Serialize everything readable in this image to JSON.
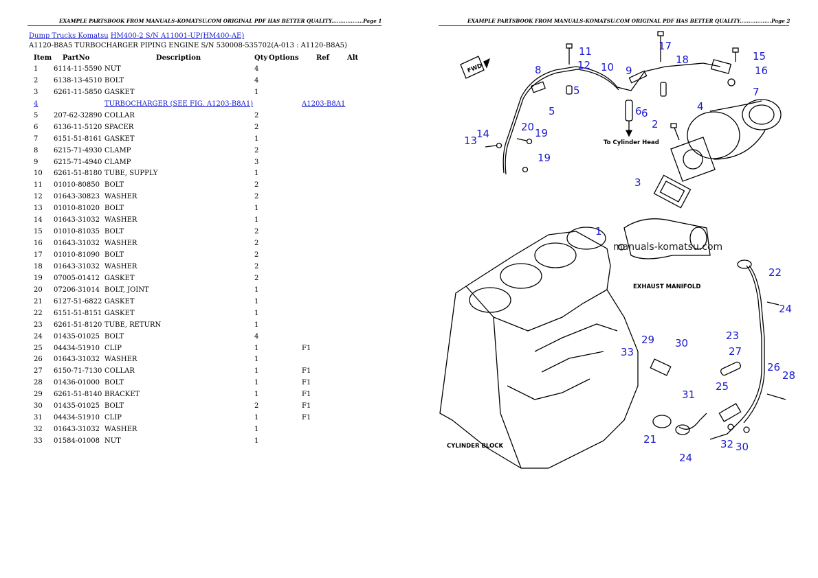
{
  "header": {
    "left": "EXAMPLE PARTSBOOK FROM MANUALS-KOMATSU.COM ORIGINAL PDF HAS BETTER QUALITY..................Page 1",
    "right": "EXAMPLE PARTSBOOK FROM MANUALS-KOMATSU.COM ORIGINAL PDF HAS BETTER QUALITY..................Page 2"
  },
  "breadcrumb": {
    "category": "Dump Trucks Komatsu",
    "model": "HM400-2 S/N A11001-UP(HM400-AE)"
  },
  "page_title": "A1120-B8A5 TURBOCHARGER PIPING ENGINE S/N 530008-535702(A-013 : A1120-B8A5)",
  "columns": {
    "item": "Item",
    "partno": "PartNo",
    "description": "Description",
    "qty": "Qty",
    "options": "Options",
    "ref": "Ref",
    "alt": "Alt"
  },
  "parts": [
    {
      "item": "1",
      "partno": "6114-11-5590",
      "desc": "NUT",
      "qty": "4",
      "ref": ""
    },
    {
      "item": "2",
      "partno": "6138-13-4510",
      "desc": "BOLT",
      "qty": "4",
      "ref": ""
    },
    {
      "item": "3",
      "partno": "6261-11-5850",
      "desc": "GASKET",
      "qty": "1",
      "ref": ""
    },
    {
      "item": "4",
      "partno": "",
      "desc": "TURBOCHARGER (SEE FIG. A1203-B8A1)",
      "qty": "",
      "ref": "A1203-B8A1",
      "link": true
    },
    {
      "item": "5",
      "partno": "207-62-32890",
      "desc": "COLLAR",
      "qty": "2",
      "ref": ""
    },
    {
      "item": "6",
      "partno": "6136-11-5120",
      "desc": "SPACER",
      "qty": "2",
      "ref": ""
    },
    {
      "item": "7",
      "partno": "6151-51-8161",
      "desc": "GASKET",
      "qty": "1",
      "ref": ""
    },
    {
      "item": "8",
      "partno": "6215-71-4930",
      "desc": "CLAMP",
      "qty": "2",
      "ref": ""
    },
    {
      "item": "9",
      "partno": "6215-71-4940",
      "desc": "CLAMP",
      "qty": "3",
      "ref": ""
    },
    {
      "item": "10",
      "partno": "6261-51-8180",
      "desc": "TUBE, SUPPLY",
      "qty": "1",
      "ref": ""
    },
    {
      "item": "11",
      "partno": "01010-80850",
      "desc": "BOLT",
      "qty": "2",
      "ref": ""
    },
    {
      "item": "12",
      "partno": "01643-30823",
      "desc": "WASHER",
      "qty": "2",
      "ref": ""
    },
    {
      "item": "13",
      "partno": "01010-81020",
      "desc": "BOLT",
      "qty": "1",
      "ref": ""
    },
    {
      "item": "14",
      "partno": "01643-31032",
      "desc": "WASHER",
      "qty": "1",
      "ref": ""
    },
    {
      "item": "15",
      "partno": "01010-81035",
      "desc": "BOLT",
      "qty": "2",
      "ref": ""
    },
    {
      "item": "16",
      "partno": "01643-31032",
      "desc": "WASHER",
      "qty": "2",
      "ref": ""
    },
    {
      "item": "17",
      "partno": "01010-81090",
      "desc": "BOLT",
      "qty": "2",
      "ref": ""
    },
    {
      "item": "18",
      "partno": "01643-31032",
      "desc": "WASHER",
      "qty": "2",
      "ref": ""
    },
    {
      "item": "19",
      "partno": "07005-01412",
      "desc": "GASKET",
      "qty": "2",
      "ref": ""
    },
    {
      "item": "20",
      "partno": "07206-31014",
      "desc": "BOLT, JOINT",
      "qty": "1",
      "ref": ""
    },
    {
      "item": "21",
      "partno": "6127-51-6822",
      "desc": "GASKET",
      "qty": "1",
      "ref": ""
    },
    {
      "item": "22",
      "partno": "6151-51-8151",
      "desc": "GASKET",
      "qty": "1",
      "ref": ""
    },
    {
      "item": "23",
      "partno": "6261-51-8120",
      "desc": "TUBE, RETURN",
      "qty": "1",
      "ref": ""
    },
    {
      "item": "24",
      "partno": "01435-01025",
      "desc": "BOLT",
      "qty": "4",
      "ref": ""
    },
    {
      "item": "25",
      "partno": "04434-51910",
      "desc": "CLIP",
      "qty": "1",
      "ref": "F1"
    },
    {
      "item": "26",
      "partno": "01643-31032",
      "desc": "WASHER",
      "qty": "1",
      "ref": ""
    },
    {
      "item": "27",
      "partno": "6150-71-7130",
      "desc": "COLLAR",
      "qty": "1",
      "ref": "F1"
    },
    {
      "item": "28",
      "partno": "01436-01000",
      "desc": "BOLT",
      "qty": "1",
      "ref": "F1"
    },
    {
      "item": "29",
      "partno": "6261-51-8140",
      "desc": "BRACKET",
      "qty": "1",
      "ref": "F1"
    },
    {
      "item": "30",
      "partno": "01435-01025",
      "desc": "BOLT",
      "qty": "2",
      "ref": "F1"
    },
    {
      "item": "31",
      "partno": "04434-51910",
      "desc": "CLIP",
      "qty": "1",
      "ref": "F1"
    },
    {
      "item": "32",
      "partno": "01643-31032",
      "desc": "WASHER",
      "qty": "1",
      "ref": ""
    },
    {
      "item": "33",
      "partno": "01584-01008",
      "desc": "NUT",
      "qty": "1",
      "ref": ""
    }
  ],
  "diagram": {
    "captions": {
      "fwd": "FWD",
      "to_head": "To Cylinder Head",
      "exhaust": "EXHAUST MANIFOLD",
      "block": "CYLINDER BLOCK",
      "watermark": "manuals-komatsu.com"
    },
    "callouts": [
      "11",
      "12",
      "10",
      "8",
      "5",
      "5",
      "9",
      "17",
      "18",
      "15",
      "16",
      "7",
      "6",
      "6",
      "4",
      "2",
      "3",
      "1",
      "14",
      "13",
      "20",
      "19",
      "19",
      "22",
      "24",
      "23",
      "27",
      "26",
      "28",
      "25",
      "29",
      "30",
      "33",
      "31",
      "21",
      "24",
      "32",
      "30"
    ]
  }
}
